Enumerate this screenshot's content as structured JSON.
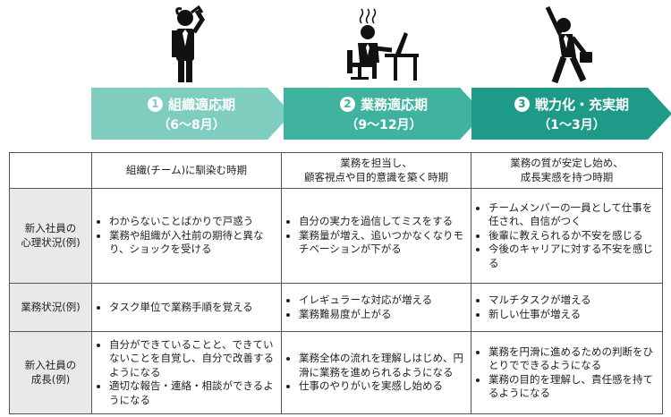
{
  "phases": [
    {
      "number": "1",
      "title": "組織適応期",
      "period": "（6〜8月）",
      "color": "#7fcdbf",
      "icon": "confused-person-icon"
    },
    {
      "number": "2",
      "title": "業務適応期",
      "period": "（9〜12月）",
      "color": "#3fb3a0",
      "icon": "busy-worker-desk-icon"
    },
    {
      "number": "3",
      "title": "戦力化・充実期",
      "period": "（1〜3月）",
      "color": "#1e9a88",
      "icon": "cheering-person-icon"
    }
  ],
  "table": {
    "columns": [
      "組織(チーム)に馴染む時期",
      "業務を担当し、\n顧客視点や目的意識を築く時期",
      "業務の質が安定し始め、\n成長実感を持つ時期"
    ],
    "rows": [
      {
        "label": "新入社員の\n心理状況(例)",
        "cells": [
          [
            "わからないことばかりで戸惑う",
            "業務や組織が入社前の期待と異なり、ショックを受ける"
          ],
          [
            "自分の実力を過信してミスをする",
            "業務量が増え、追いつかなくなりモチベーションが下がる"
          ],
          [
            "チームメンバーの一員として仕事を任され、自信がつく",
            "後輩に教えられるか不安を感じる",
            "今後のキャリアに対する不安を感じる"
          ]
        ]
      },
      {
        "label": "業務状況(例)",
        "cells": [
          [
            "タスク単位で業務手順を覚える"
          ],
          [
            "イレギュラーな対応が増える",
            "業務難易度が上がる"
          ],
          [
            "マルチタスクが増える",
            "新しい仕事が増える"
          ]
        ]
      },
      {
        "label": "新入社員の\n成長(例)",
        "cells": [
          [
            "自分ができていることと、できていないことを自覚し、自分で改善するようになる",
            "適切な報告・連絡・相談ができるようになる"
          ],
          [
            "業務全体の流れを理解しはじめ、円滑に業務を進められるようになる",
            "仕事のやりがいを実感し始める"
          ],
          [
            "業務を円滑に進めるための判断をひとりでできるようになる",
            "業務の目的を理解し、責任感を持てるようになる"
          ]
        ]
      }
    ]
  }
}
